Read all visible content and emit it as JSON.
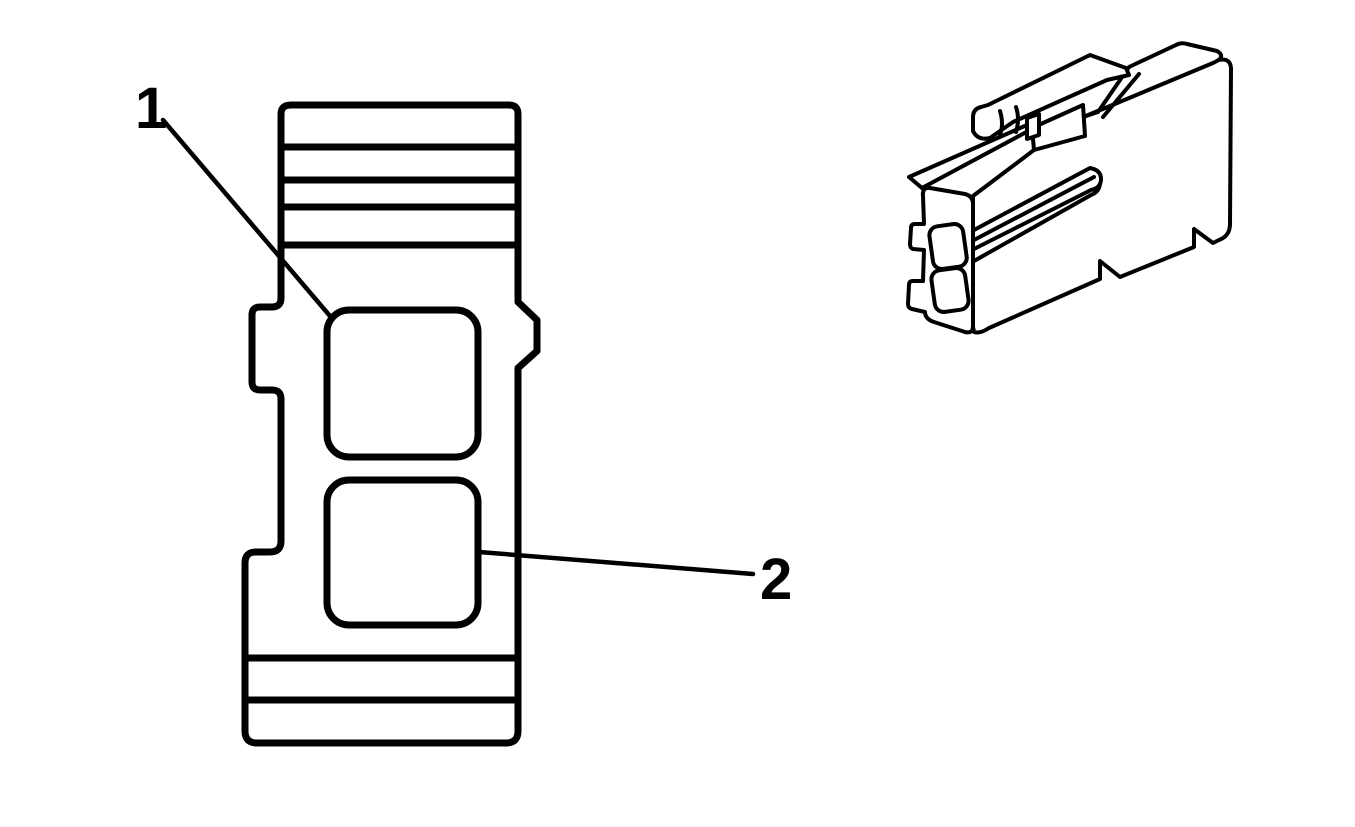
{
  "page": {
    "background_color": "#ffffff",
    "line_color": "#000000"
  },
  "diagram": {
    "kind": "technical line drawing",
    "subject": "two-cavity electrical connector",
    "views": [
      {
        "id": "front-view",
        "description": "connector front view with two square terminal cavities, ribbed top and bottom sections, side lock tab"
      },
      {
        "id": "isometric-view",
        "description": "connector housing isometric view with top lock tab, latch slot, side rail and two terminal cavities"
      }
    ],
    "callouts": [
      {
        "label": "1",
        "points_to": "upper terminal cavity"
      },
      {
        "label": "2",
        "points_to": "lower terminal cavity"
      }
    ]
  }
}
